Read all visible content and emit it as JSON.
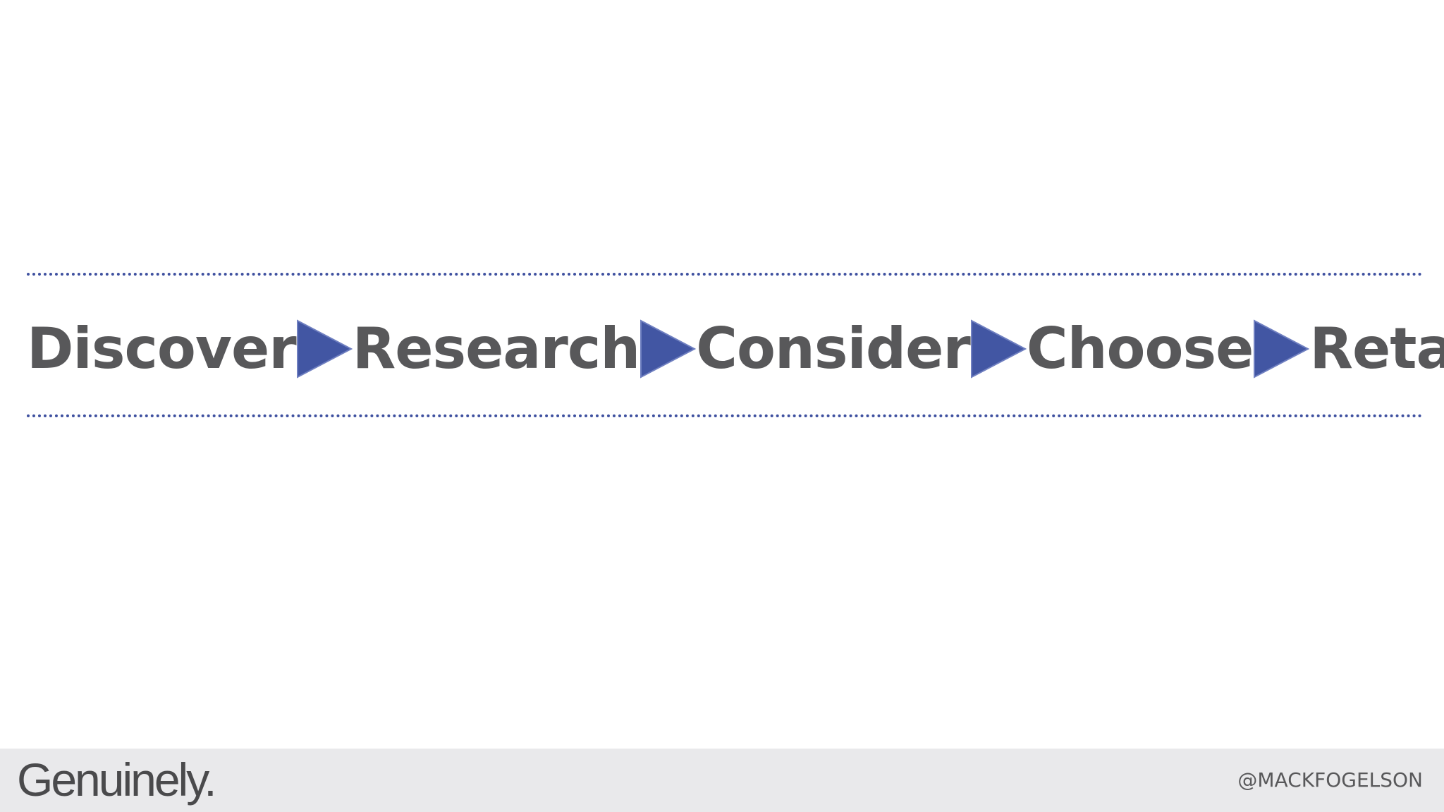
{
  "diagram": {
    "steps": [
      {
        "label": "Discover"
      },
      {
        "label": "Research"
      },
      {
        "label": "Consider"
      },
      {
        "label": "Choose"
      },
      {
        "label": "Retain"
      }
    ],
    "arrow_icon": "play-triangle-icon",
    "colors": {
      "accent": "#3f51a0",
      "text": "#58585a",
      "footer_bg": "#e9e9eb"
    }
  },
  "footer": {
    "logo": "Genuinely.",
    "handle": "@MACKFOGELSON"
  }
}
